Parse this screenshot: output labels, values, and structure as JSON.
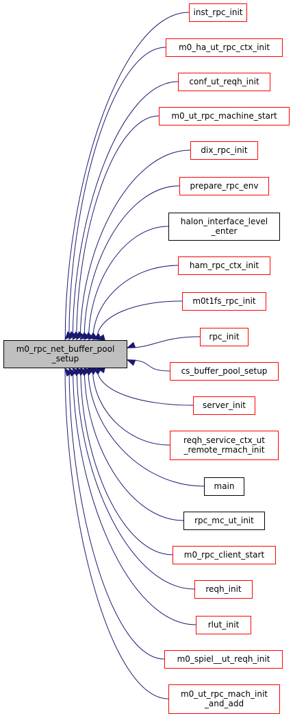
{
  "colors": {
    "edge": "#191970",
    "link_border": "#ff0000",
    "plain_border": "#000000",
    "root_fill": "#bfbfbf",
    "root_border": "#000000",
    "node_fill": "#ffffff"
  },
  "root": {
    "lines": [
      "m0_rpc_net_buffer_pool",
      "_setup"
    ]
  },
  "callers": [
    {
      "lines": [
        "inst_rpc_init"
      ],
      "style": "link"
    },
    {
      "lines": [
        "m0_ha_ut_rpc_ctx_init"
      ],
      "style": "link"
    },
    {
      "lines": [
        "conf_ut_reqh_init"
      ],
      "style": "link"
    },
    {
      "lines": [
        "m0_ut_rpc_machine_start"
      ],
      "style": "link"
    },
    {
      "lines": [
        "dix_rpc_init"
      ],
      "style": "link"
    },
    {
      "lines": [
        "prepare_rpc_env"
      ],
      "style": "link"
    },
    {
      "lines": [
        "halon_interface_level",
        "_enter"
      ],
      "style": "plain"
    },
    {
      "lines": [
        "ham_rpc_ctx_init"
      ],
      "style": "link"
    },
    {
      "lines": [
        "m0t1fs_rpc_init"
      ],
      "style": "link"
    },
    {
      "lines": [
        "rpc_init"
      ],
      "style": "link"
    },
    {
      "lines": [
        "cs_buffer_pool_setup"
      ],
      "style": "link"
    },
    {
      "lines": [
        "server_init"
      ],
      "style": "link"
    },
    {
      "lines": [
        "reqh_service_ctx_ut",
        "_remote_rmach_init"
      ],
      "style": "link"
    },
    {
      "lines": [
        "main"
      ],
      "style": "plain"
    },
    {
      "lines": [
        "rpc_mc_ut_init"
      ],
      "style": "plain"
    },
    {
      "lines": [
        "m0_rpc_client_start"
      ],
      "style": "link"
    },
    {
      "lines": [
        "reqh_init"
      ],
      "style": "link"
    },
    {
      "lines": [
        "rlut_init"
      ],
      "style": "link"
    },
    {
      "lines": [
        "m0_spiel__ut_reqh_init"
      ],
      "style": "link"
    },
    {
      "lines": [
        "m0_ut_rpc_mach_init",
        "_and_add"
      ],
      "style": "link"
    }
  ]
}
